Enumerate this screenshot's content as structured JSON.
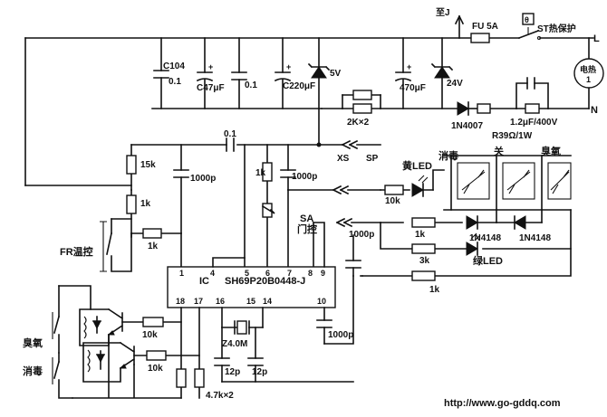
{
  "labels": {
    "to_j": "至J",
    "fuse": "FU 5A",
    "thermal_symbol": "θ",
    "thermal": "ST热保护",
    "line_l": "L",
    "line_n": "N",
    "heater": "电热",
    "heater_num": "1",
    "c104_name": "C104",
    "c104_val": "0.1",
    "c47": "C47μF",
    "c01": "0.1",
    "c220": "C220μF",
    "z5v": "5V",
    "c470": "470μF",
    "z24v": "24V",
    "r2k": "2K×2",
    "d1n4007": "1N4007",
    "c12": "1.2μF/400V",
    "r39": "R39Ω/1W",
    "c_top": "0.1",
    "xs": "XS",
    "sp": "SP",
    "yellow_led": "黄LED",
    "xiaodu_top": "消毒",
    "guan": "关",
    "chouyang": "臭氧",
    "r15k": "15k",
    "r1k_a": "1k",
    "r1k_b": "1k",
    "c1000_a": "1000p",
    "r1k_c": "1k",
    "c1000_b": "1000p",
    "r10k_a": "10k",
    "sa": "SA",
    "menkong": "门控",
    "c1000_c": "1000p",
    "r1k_d": "1k",
    "d1n4148_a": "1N4148",
    "d1n4148_b": "1N4148",
    "r3k": "3k",
    "green_led": "绿LED",
    "r1k_e": "1k",
    "fr": "FR温控",
    "ic_pins_top": [
      "1",
      "4",
      "5",
      "6",
      "7",
      "8",
      "9"
    ],
    "ic_pins_bottom": [
      "18",
      "17",
      "16",
      "15",
      "14",
      "10"
    ],
    "ic_name": "IC",
    "ic_part": "SH69P20B0448-J",
    "crystal": "Z4.0M",
    "c12p_a": "12p",
    "c12p_b": "12p",
    "r47k": "4.7k×2",
    "c1000_d": "1000p",
    "r10k_b": "10k",
    "r10k_c": "10k",
    "chouyang_left": "臭氧",
    "xiaodu_left": "消毒",
    "watermark": "http://www.go-gddq.com"
  }
}
